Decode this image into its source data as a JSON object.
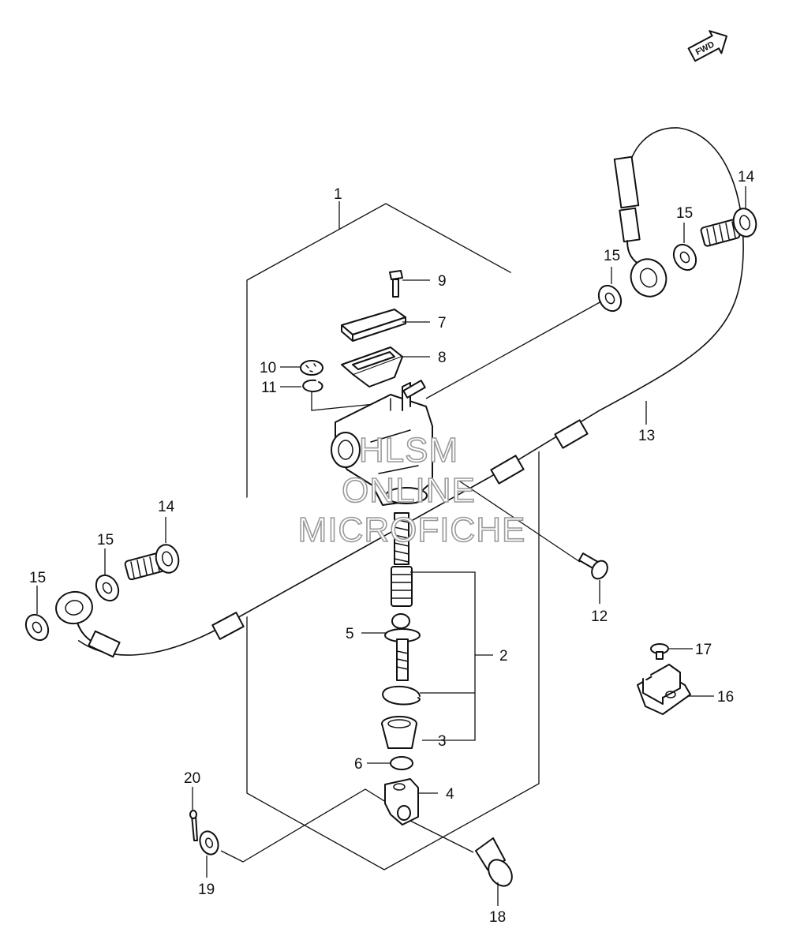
{
  "diagram": {
    "fwd_label": "FWD",
    "watermark": [
      "HLSM",
      "ONLINE",
      "MICROFICHE"
    ],
    "callouts": {
      "c1": "1",
      "c2": "2",
      "c3": "3",
      "c4": "4",
      "c5": "5",
      "c6": "6",
      "c7": "7",
      "c8": "8",
      "c9": "9",
      "c10": "10",
      "c11": "11",
      "c12": "12",
      "c13": "13",
      "c14a": "14",
      "c14b": "14",
      "c15a": "15",
      "c15b": "15",
      "c15c": "15",
      "c15d": "15",
      "c16": "16",
      "c17": "17",
      "c18": "18",
      "c19": "19",
      "c20": "20"
    }
  }
}
